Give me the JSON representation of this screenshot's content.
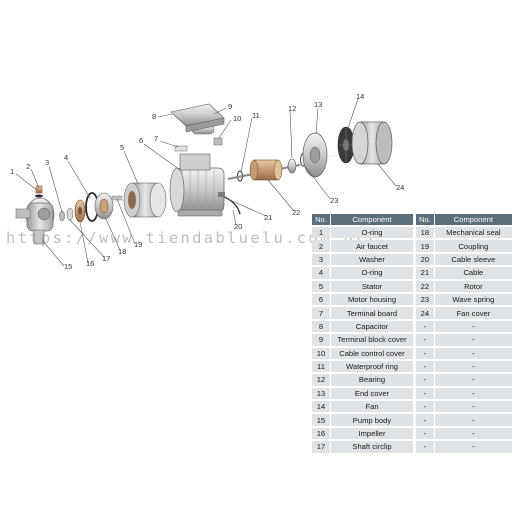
{
  "diagram": {
    "callouts": [
      "1",
      "2",
      "3",
      "4",
      "5",
      "6",
      "7",
      "8",
      "9",
      "10",
      "11",
      "12",
      "13",
      "14",
      "15",
      "16",
      "17",
      "18",
      "19",
      "20",
      "21",
      "22",
      "23",
      "24"
    ]
  },
  "watermark": "https://www.tiendabluelu.com.br/",
  "table_left": {
    "headers": [
      "No.",
      "Component"
    ],
    "rows": [
      [
        "1",
        "O-ring"
      ],
      [
        "2",
        "Air faucet"
      ],
      [
        "3",
        "Washer"
      ],
      [
        "4",
        "O-ring"
      ],
      [
        "5",
        "Stator"
      ],
      [
        "6",
        "Motor housing"
      ],
      [
        "7",
        "Terminal board"
      ],
      [
        "8",
        "Capacitor"
      ],
      [
        "9",
        "Terminal block cover"
      ],
      [
        "10",
        "Cable control cover"
      ],
      [
        "11",
        "Waterproof ring"
      ],
      [
        "12",
        "Bearing"
      ],
      [
        "13",
        "End cover"
      ],
      [
        "14",
        "Fan"
      ],
      [
        "15",
        "Pump body"
      ],
      [
        "16",
        "Impeller"
      ],
      [
        "17",
        "Shaft circlip"
      ]
    ]
  },
  "table_right": {
    "headers": [
      "No.",
      "Component"
    ],
    "rows": [
      [
        "18",
        "Mechanical seal"
      ],
      [
        "19",
        "Coupling"
      ],
      [
        "20",
        "Cable sleeve"
      ],
      [
        "21",
        "Cable"
      ],
      [
        "22",
        "Rotor"
      ],
      [
        "23",
        "Wave spring"
      ],
      [
        "24",
        "Fan cover"
      ],
      [
        "-",
        "-"
      ],
      [
        "-",
        "-"
      ],
      [
        "-",
        "-"
      ],
      [
        "-",
        "-"
      ],
      [
        "-",
        "-"
      ],
      [
        "-",
        "-"
      ],
      [
        "-",
        "-"
      ],
      [
        "-",
        "-"
      ],
      [
        "-",
        "-"
      ],
      [
        "-",
        "-"
      ]
    ]
  }
}
